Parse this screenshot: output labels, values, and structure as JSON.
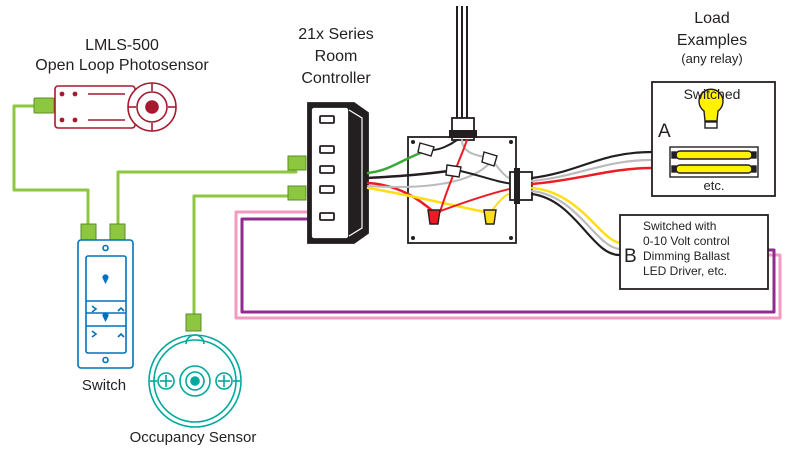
{
  "labels": {
    "photosensor_model": "LMLS-500",
    "photosensor_name": "Open Loop Photosensor",
    "controller_line1": "21x Series",
    "controller_line2": "Room",
    "controller_line3": "Controller",
    "load_line1": "Load",
    "load_line2": "Examples",
    "load_line3": "(any relay)",
    "load_a_letter": "A",
    "load_a_title": "Switched",
    "load_a_etc": "etc.",
    "load_b_letter": "B",
    "load_b_line1": "Switched with",
    "load_b_line2": "0-10 Volt control",
    "load_b_line3": "Dimming Ballast",
    "load_b_line4": "LED Driver, etc.",
    "switch": "Switch",
    "occupancy_sensor": "Occupancy Sensor"
  },
  "colors": {
    "lmrj_cable": "#8dc63f",
    "photosensor": "#a6192e",
    "switch": "#0072bc",
    "occupancy_sensor": "#00a99d",
    "line_hot": "#ed1c24",
    "neutral": "#ffffff",
    "dim_purple": "#8e2c8f",
    "dim_pink": "#f49ac1",
    "dim_yellow": "#ffde17",
    "ground": "#3aa935",
    "lamp_yellow": "#fff200",
    "outline": "#231f20"
  }
}
